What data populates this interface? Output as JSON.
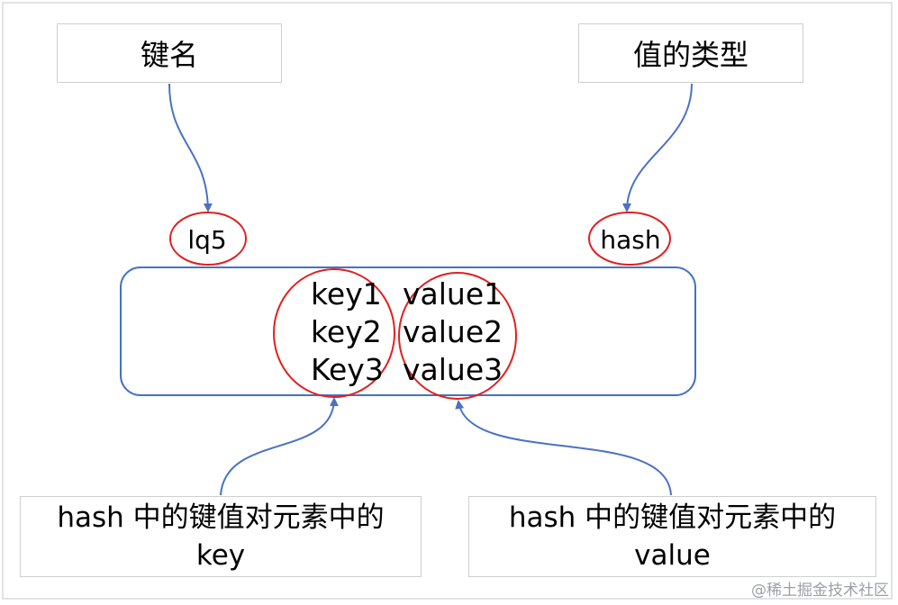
{
  "labels": {
    "key_name": "键名",
    "value_type": "值的类型",
    "hash_key_line1": "hash 中的键值对元素中的",
    "hash_key_line2": "key",
    "hash_value_line1": "hash 中的键值对元素中的",
    "hash_value_line2": "value"
  },
  "key": "lq5",
  "type": "hash",
  "fields": {
    "keys": [
      "key1",
      "key2",
      "Key3"
    ],
    "values": [
      "value1",
      "value2",
      "value3"
    ]
  },
  "watermark": "@稀土掘金技术社区",
  "colors": {
    "arrow": "#4a72c4",
    "container_border": "#4472c4",
    "highlight_oval": "#e02020",
    "label_border": "#cfcfcf"
  }
}
